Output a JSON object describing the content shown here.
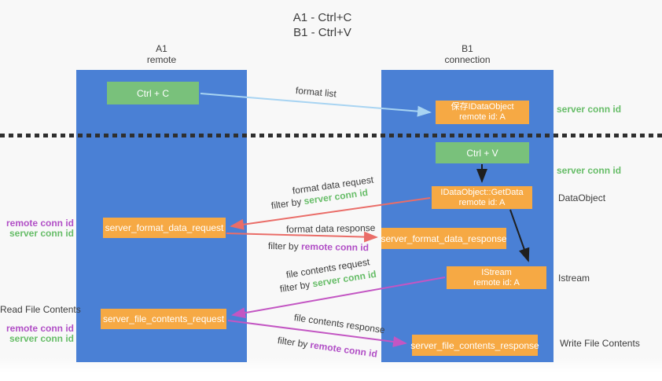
{
  "title": {
    "line1": "A1 - Ctrl+C",
    "line2": "B1 - Ctrl+V"
  },
  "lanes": {
    "left": {
      "name": "A1",
      "subtitle": "remote"
    },
    "right": {
      "name": "B1",
      "subtitle": "connection"
    }
  },
  "nodes": {
    "ctrl_c": {
      "label": "Ctrl + C"
    },
    "save_idataobject": {
      "line1": "保存IDataObject",
      "line2": "remote id: A"
    },
    "ctrl_v": {
      "label": "Ctrl + V"
    },
    "getdata": {
      "line1": "IDataObject::GetData",
      "line2": "remote id: A"
    },
    "format_request": {
      "label": "server_format_data_request"
    },
    "format_response": {
      "label": "server_format_data_response"
    },
    "istream": {
      "line1": "IStream",
      "line2": "remote id: A"
    },
    "file_request": {
      "label": "server_file_contents_request"
    },
    "file_response": {
      "label": "server_file_contents_response"
    }
  },
  "edges": {
    "format_list": "format list",
    "format_data_request": "format data request",
    "format_data_response": "format data response",
    "file_contents_request": "file contents request",
    "file_contents_response": "file contents response",
    "filter_by": "filter by "
  },
  "terms": {
    "server_conn_id": "server conn id",
    "remote_conn_id": "remote conn id"
  },
  "side": {
    "dataobject": "DataObject",
    "istream": "Istream",
    "read_file_contents": "Read File Contents",
    "write_file_contents": "Write File Contents"
  },
  "colors": {
    "lane_blue": "#4a80d5",
    "box_orange": "#f6a944",
    "box_green": "#79c17b",
    "text_green": "#67bd68",
    "text_purple": "#b14fc6",
    "arrow_red": "#ea6d68",
    "arrow_magenta": "#c356c3",
    "arrow_lightblue": "#a8d4f2",
    "arrow_black": "#1f1f1f"
  }
}
